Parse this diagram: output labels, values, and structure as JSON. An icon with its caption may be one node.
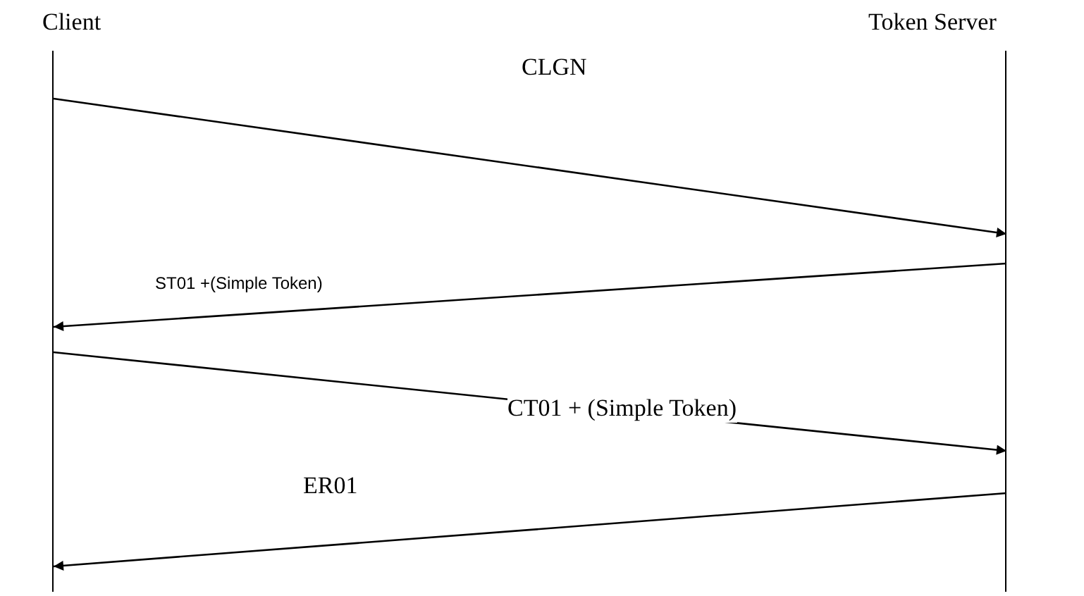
{
  "diagram": {
    "nodes": [
      {
        "text": [
          "Client"
        ]
      },
      {
        "text": [
          "Token Server"
        ]
      }
    ],
    "edges": [
      {
        "from": 0,
        "to": 1,
        "arrow": "to",
        "label": "CLGN"
      },
      {
        "from": 1,
        "to": 0,
        "arrow": "to",
        "label": "ST01 +(Simple Token)"
      },
      {
        "from": 0,
        "to": 1,
        "arrow": "to",
        "label": "CT01 + (Simple Token)"
      },
      {
        "from": 1,
        "to": 0,
        "arrow": "to",
        "label": "ER01"
      }
    ]
  }
}
